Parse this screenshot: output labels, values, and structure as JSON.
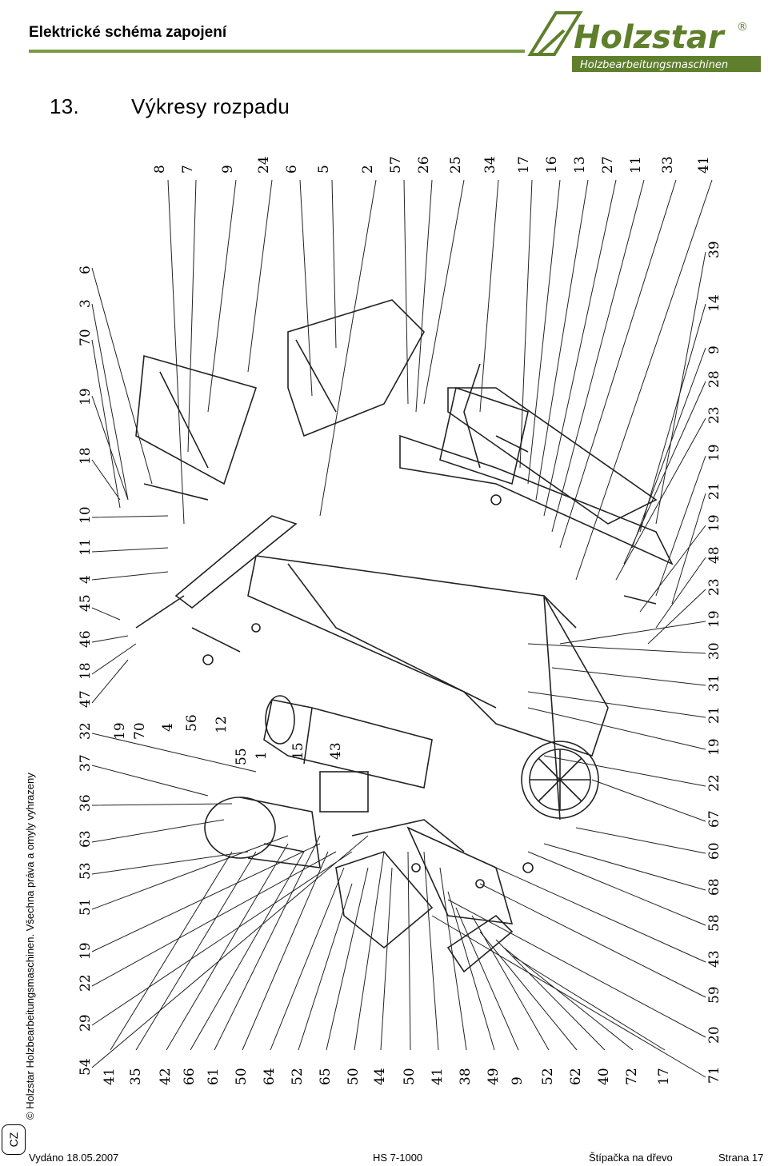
{
  "header": {
    "title": "Elektrické schéma zapojení",
    "logo_text": "Holzstar",
    "logo_registered": "®",
    "logo_subtitle": "Holzbearbeitungsmaschinen",
    "rule_color": "#7a9a42"
  },
  "section": {
    "number": "13.",
    "title": "Výkresy rozpadu"
  },
  "side": {
    "copyright": "© Holzstar Holzbearbeitungsmaschinen. Všechna práva a omyly vyhrazeny",
    "country": "CZ"
  },
  "callouts": {
    "top_row": [
      "8",
      "7",
      "9",
      "24",
      "6",
      "5",
      "2",
      "57",
      "26",
      "25",
      "34",
      "17",
      "16",
      "13",
      "27",
      "11",
      "33",
      "41"
    ],
    "left_column": [
      "6",
      "3",
      "70",
      "19",
      "18",
      "10",
      "11",
      "4",
      "45",
      "46",
      "18",
      "47",
      "32",
      "37",
      "36",
      "63",
      "53",
      "51",
      "19",
      "22",
      "29",
      "54"
    ],
    "inner_left": [
      "19",
      "70",
      "4",
      "56",
      "12",
      "55",
      "1",
      "15",
      "43"
    ],
    "right_column": [
      "39",
      "14",
      "9",
      "28",
      "23",
      "19",
      "21",
      "19",
      "48",
      "23",
      "19",
      "30",
      "31",
      "21",
      "19",
      "22",
      "67",
      "60",
      "68",
      "58",
      "43",
      "59",
      "20",
      "71"
    ],
    "bottom_row": [
      "41",
      "35",
      "42",
      "66",
      "61",
      "50",
      "64",
      "52",
      "65",
      "50",
      "44",
      "50",
      "41",
      "38",
      "49",
      "9",
      "52",
      "62",
      "40",
      "72",
      "17"
    ]
  },
  "footer": {
    "issued": "Vydáno 18.05.2007",
    "model": "HS 7-1000",
    "product": "Štípačka na dřevo",
    "page": "Strana 17"
  }
}
